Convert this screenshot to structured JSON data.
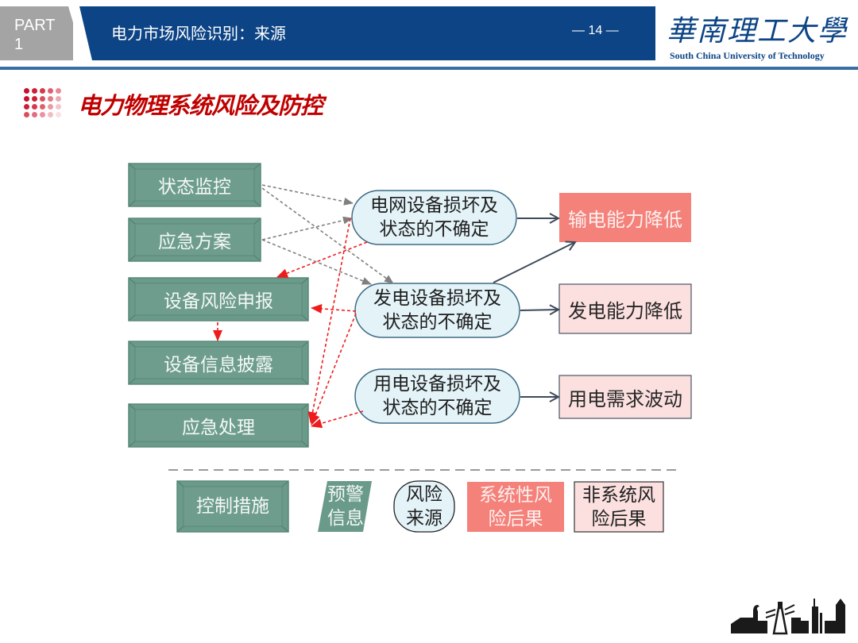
{
  "header": {
    "part_label_line1": "PART",
    "part_label_line2": "1",
    "title": "电力市场风险识别：来源",
    "page_number": "— 14 —",
    "logo_cn": "華南理工大學",
    "logo_en": "South China University of Technology"
  },
  "section": {
    "title": "电力物理系统风险及防控"
  },
  "colors": {
    "header_blue": "#0c4485",
    "control_green": "#6a9a8a",
    "source_fill": "#e3f3f8",
    "systemic_red": "#f4817a",
    "nonsystemic_pink": "#fbe0df",
    "title_red": "#c00000",
    "warning_arrow_red": "#ee1c1c",
    "control_arrow_gray": "#808080"
  },
  "diagram": {
    "controls": [
      {
        "id": "monitor",
        "label": "状态监控"
      },
      {
        "id": "plan",
        "label": "应急方案"
      },
      {
        "id": "report",
        "label": "设备风险申报"
      },
      {
        "id": "disclose",
        "label": "设备信息披露"
      },
      {
        "id": "handle",
        "label": "应急处理"
      }
    ],
    "sources": [
      {
        "id": "grid",
        "line1": "电网设备损坏及",
        "line2": "状态的不确定"
      },
      {
        "id": "gen",
        "line1": "发电设备损坏及",
        "line2": "状态的不确定"
      },
      {
        "id": "load",
        "line1": "用电设备损坏及",
        "line2": "状态的不确定"
      }
    ],
    "results": [
      {
        "id": "trans",
        "label": "输电能力降低",
        "type": "systemic"
      },
      {
        "id": "genc",
        "label": "发电能力降低",
        "type": "non-systemic"
      },
      {
        "id": "demand",
        "label": "用电需求波动",
        "type": "non-systemic"
      }
    ],
    "edges": [
      {
        "from": "monitor",
        "to": "grid",
        "style": "gray-dashed"
      },
      {
        "from": "monitor",
        "to": "gen",
        "style": "gray-dashed"
      },
      {
        "from": "plan",
        "to": "grid",
        "style": "gray-dashed"
      },
      {
        "from": "plan",
        "to": "gen",
        "style": "gray-dashed"
      },
      {
        "from": "grid",
        "to": "report",
        "style": "red-dashed"
      },
      {
        "from": "grid",
        "to": "handle",
        "style": "red-dashed"
      },
      {
        "from": "gen",
        "to": "report",
        "style": "red-dashed"
      },
      {
        "from": "gen",
        "to": "handle",
        "style": "red-dashed"
      },
      {
        "from": "load",
        "to": "handle",
        "style": "red-dashed"
      },
      {
        "from": "report",
        "to": "disclose",
        "style": "red-dashed"
      },
      {
        "from": "grid",
        "to": "trans",
        "style": "solid"
      },
      {
        "from": "gen",
        "to": "trans",
        "style": "solid"
      },
      {
        "from": "gen",
        "to": "genc",
        "style": "solid"
      },
      {
        "from": "load",
        "to": "demand",
        "style": "solid"
      }
    ]
  },
  "legend": {
    "control": "控制措施",
    "warning_line1": "预警",
    "warning_line2": "信息",
    "source_line1": "风险",
    "source_line2": "来源",
    "systemic_line1": "系统性风",
    "systemic_line2": "险后果",
    "nonsystemic_line1": "非系统风",
    "nonsystemic_line2": "险后果"
  },
  "icons": {
    "footer": "industrial-skyline-icon",
    "title_decoration": "dot-grid-icon"
  }
}
